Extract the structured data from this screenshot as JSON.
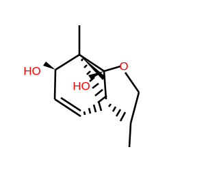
{
  "colors": {
    "background": "#ffffff",
    "bond": "#000000",
    "oxygen": "#ff0000"
  },
  "labels": {
    "hydroxyl_left": "HO",
    "hydroxyl_center": "HO",
    "ring_oxygen": "O"
  }
}
